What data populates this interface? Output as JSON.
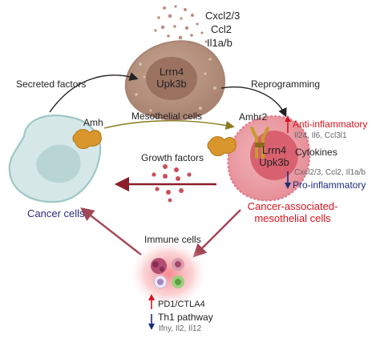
{
  "top_cytokines": [
    "Cxcl2/3",
    "Ccl2",
    "Il1a/b"
  ],
  "mesothelial": {
    "markers_line1": "Lrrn4",
    "markers_line2": "Upk3b",
    "label": "Mesothelial cells"
  },
  "left_labels": {
    "secreted_factors": "Secreted factors",
    "amh": "Amh",
    "cancer_cells": "Cancer cells",
    "growth_factors": "Growth factors"
  },
  "right_labels": {
    "reprogramming": "Reprogramming",
    "amhr2": "Amhr2",
    "camc_markers_line1": "Lrrn4",
    "camc_markers_line2": "Upk3b",
    "anti_inflammatory": "Anti-inflammatory",
    "anti_genes": "Il24, Il6, Ccl3l1",
    "cytokines": "Cytokines",
    "pro_genes": "Cxcl2/3, Ccl2, Il1a/b",
    "pro_inflammatory": "Pro-inflammatory",
    "camc_line1": "Cancer-associated-",
    "camc_line2": "mesothelial cells"
  },
  "bottom_labels": {
    "immune_cells": "Immune cells",
    "pd1_ctla4": "PD1/CTLA4",
    "th1_pathway": "Th1 pathway",
    "th1_genes": "Ifny, Il2, Il12"
  },
  "colors": {
    "mesothelial_cell": "#b08e7c",
    "mesothelial_nucleus": "#9a6f5e",
    "cancer_cell": "#cfe4e3",
    "cancer_nucleus": "#b7d2d2",
    "camc_cell": "#e99da4",
    "camc_nucleus": "#d85a6a",
    "amh_gold": "#d9962c",
    "up_red": "#d8141e",
    "down_navy": "#1d2c7a",
    "growth_arrow": "#8c1e2a",
    "immune_glow": "#f4747c"
  }
}
